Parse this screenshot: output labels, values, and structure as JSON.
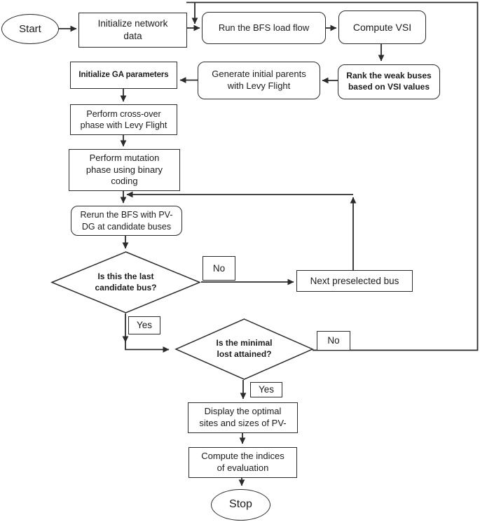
{
  "diagram": {
    "type": "flowchart",
    "background_color": "#ffffff",
    "line_color": "#2b2b2b",
    "nodes": {
      "start": {
        "shape": "terminator-oval",
        "label": "Start"
      },
      "init_network": {
        "shape": "process-rect",
        "label": "Initialize network\ndata"
      },
      "run_bfs": {
        "shape": "process-rounded",
        "label": "Run the BFS load flow"
      },
      "compute_vsi": {
        "shape": "process-rounded",
        "label": "Compute VSI"
      },
      "rank_buses": {
        "shape": "process-rounded",
        "label": "Rank the weak buses\nbased on VSI values"
      },
      "generate_parents": {
        "shape": "process-rounded",
        "label": "Generate initial parents\nwith Levy Flight"
      },
      "init_ga": {
        "shape": "process-rect",
        "label": "Initialize GA parameters"
      },
      "crossover": {
        "shape": "process-rect",
        "label": "Perform cross-over\nphase with Levy Flight"
      },
      "mutation": {
        "shape": "process-rect",
        "label": "Perform mutation\nphase using binary\ncoding"
      },
      "rerun_bfs": {
        "shape": "process-rounded",
        "label": "Rerun the BFS with PV-\nDG at candidate buses"
      },
      "decision_last_bus": {
        "shape": "decision-diamond",
        "label": "Is this the last\ncandidate bus?"
      },
      "next_bus": {
        "shape": "process-rect",
        "label": "Next preselected bus"
      },
      "decision_min_loss": {
        "shape": "decision-diamond",
        "label": "Is the minimal\nlost attained?"
      },
      "display_optimal": {
        "shape": "process-rect",
        "label": "Display the optimal\nsites and sizes of PV-"
      },
      "compute_indices": {
        "shape": "process-rect",
        "label": "Compute the indices\nof evaluation"
      },
      "stop": {
        "shape": "terminator-oval",
        "label": "Stop"
      }
    },
    "branch_labels": {
      "last_bus_no": "No",
      "last_bus_yes": "Yes",
      "min_loss_no": "No",
      "min_loss_yes": "Yes"
    },
    "edges": [
      {
        "from": "start",
        "to": "init_network"
      },
      {
        "from": "init_network",
        "to": "run_bfs"
      },
      {
        "from": "run_bfs",
        "to": "compute_vsi"
      },
      {
        "from": "compute_vsi",
        "to": "rank_buses"
      },
      {
        "from": "rank_buses",
        "to": "generate_parents"
      },
      {
        "from": "generate_parents",
        "to": "init_ga"
      },
      {
        "from": "init_ga",
        "to": "crossover"
      },
      {
        "from": "crossover",
        "to": "mutation"
      },
      {
        "from": "mutation",
        "to": "rerun_bfs"
      },
      {
        "from": "rerun_bfs",
        "to": "decision_last_bus"
      },
      {
        "from": "decision_last_bus",
        "to": "next_bus",
        "label": "No"
      },
      {
        "from": "next_bus",
        "to": "rerun_bfs"
      },
      {
        "from": "decision_last_bus",
        "to": "decision_min_loss",
        "label": "Yes"
      },
      {
        "from": "decision_min_loss",
        "to": "run_bfs",
        "label": "No"
      },
      {
        "from": "decision_min_loss",
        "to": "display_optimal",
        "label": "Yes"
      },
      {
        "from": "display_optimal",
        "to": "compute_indices"
      },
      {
        "from": "compute_indices",
        "to": "stop"
      }
    ]
  }
}
